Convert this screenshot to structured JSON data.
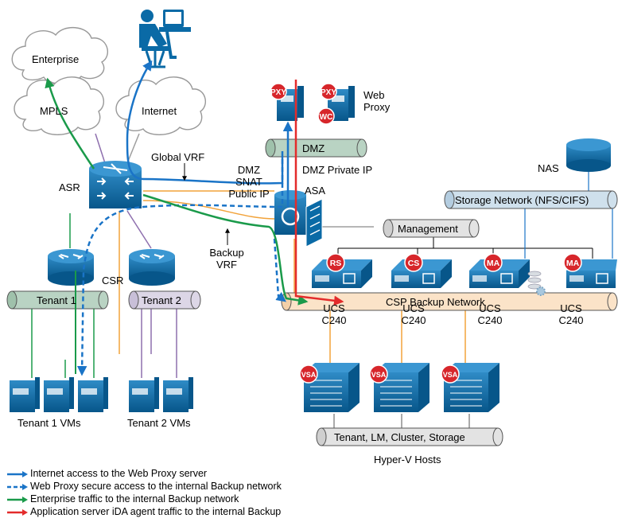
{
  "labels": {
    "enterprise": "Enterprise",
    "mpls": "MPLS",
    "internet": "Internet",
    "global_vrf": "Global VRF",
    "asr": "ASR",
    "csr": "CSR",
    "backup_vrf": "Backup\nVRF",
    "dmz_snat": "DMZ\nSNAT\nPublic IP",
    "asa": "ASA",
    "dmz": "DMZ",
    "dmz_private_ip": "DMZ Private IP",
    "web_proxy": "Web\nProxy",
    "nas": "NAS",
    "storage_network": "Storage Network (NFS/CIFS)",
    "management": "Management",
    "ucs": "UCS\nC240",
    "csp_backup_network": "CSP Backup Network",
    "tenant1": "Tenant 1",
    "tenant2": "Tenant 2",
    "tenant1_vms": "Tenant 1 VMs",
    "tenant2_vms": "Tenant 2 VMs",
    "hyperv_segment": "Tenant, LM, Cluster, Storage",
    "hyperv_hosts": "Hyper-V Hosts"
  },
  "badges": {
    "pxy": "PXY",
    "wc": "WC",
    "rs": "RS",
    "cs": "CS",
    "ma": "MA",
    "vsa": "VSA"
  },
  "legend": [
    {
      "text": "Internet access to the Web Proxy server",
      "color": "#1a74c7",
      "dashed": false
    },
    {
      "text": "Web Proxy secure access to the internal Backup network",
      "color": "#1a74c7",
      "dashed": true
    },
    {
      "text": "Enterprise traffic to the internal Backup network",
      "color": "#1a9a4a",
      "dashed": false
    },
    {
      "text": "Application server iDA agent traffic to the internal Backup",
      "color": "#e32b2b",
      "dashed": false
    }
  ],
  "colors": {
    "device_blue": "#0a6aa6",
    "badge_red": "#d7262b",
    "pipe_green": "#b9d3c3",
    "pipe_blue": "#cfe0ec",
    "pipe_gray": "#e3e3e3",
    "pipe_orange": "#fbe3c8",
    "pipe_purple": "#dcd6e6",
    "line_orange": "#f2a33a",
    "line_purple": "#8e6fae"
  }
}
